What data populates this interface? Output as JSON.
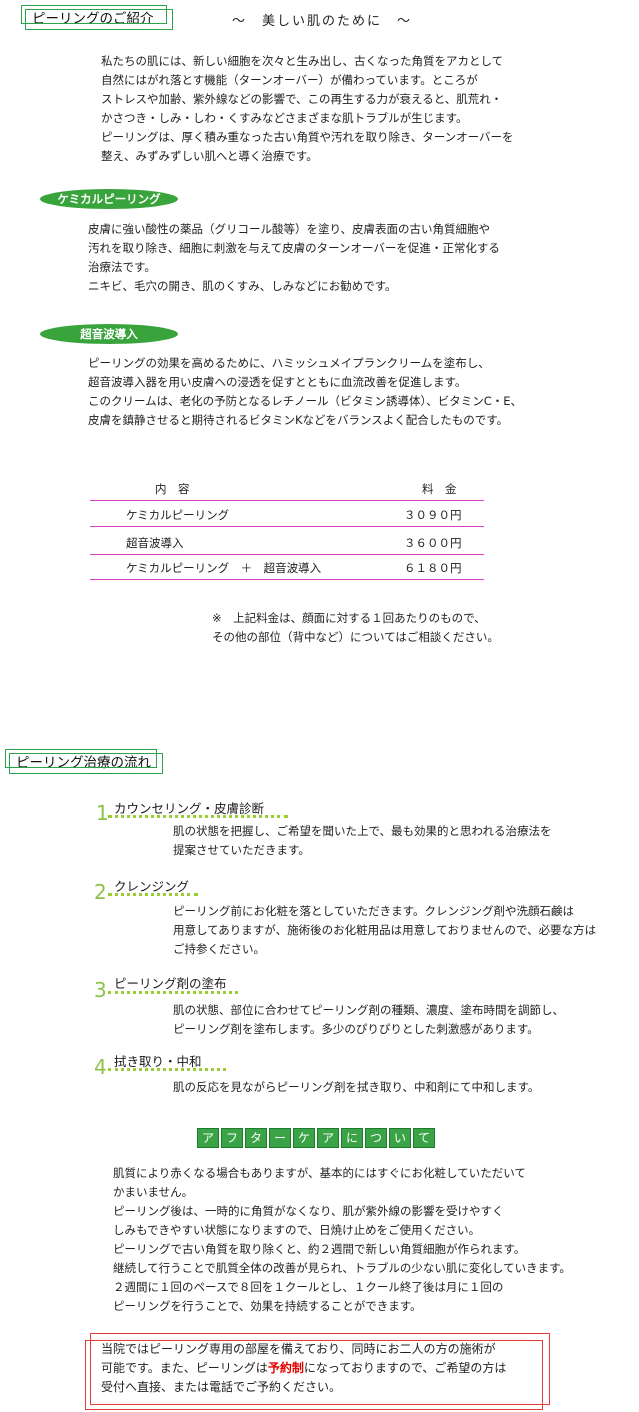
{
  "intro": {
    "heading": "ピーリングのご紹介",
    "tagline": "～　美しい肌のために　～",
    "lines": [
      "私たちの肌には、新しい細胞を次々と生み出し、古くなった角質をアカとして",
      "自然にはがれ落とす機能（ターンオーバー）が備わっています。ところが",
      "ストレスや加齢、紫外線などの影響で、この再生する力が衰えると、肌荒れ・",
      "かさつき・しみ・しわ・くすみなどさまざまな肌トラブルが生じます。",
      "ピーリングは、厚く積み重なった古い角質や汚れを取り除き、ターンオーバーを",
      "整え、みずみずしい肌へと導く治療です。"
    ]
  },
  "chemical": {
    "label": "ケミカルピーリング",
    "lines": [
      "皮膚に強い酸性の薬品（グリコール酸等）を塗り、皮膚表面の古い角質細胞や",
      "汚れを取り除き、細胞に刺激を与えて皮膚のターンオーバーを促進・正常化する",
      "治療法です。",
      "ニキビ、毛穴の開き、肌のくすみ、しみなどにお勧めです。"
    ]
  },
  "ultrasonic": {
    "label": "超音波導入",
    "lines": [
      "ピーリングの効果を高めるために、ハミッシュメイプランクリームを塗布し、",
      "超音波導入器を用い皮膚への浸透を促すとともに血流改善を促進します。",
      "このクリームは、老化の予防となるレチノール（ビタミン誘導体）、ビタミンC・E、",
      "皮膚を鎮静させると期待されるビタミンKなどをバランスよく配合したものです。"
    ]
  },
  "price_table": {
    "header_item": "内　容",
    "header_price": "料　金",
    "rows": [
      {
        "item": "ケミカルピーリング",
        "price": "３０９０円"
      },
      {
        "item": "超音波導入",
        "price": "３６００円"
      },
      {
        "item": "ケミカルピーリング　＋　超音波導入",
        "price": "６１８０円"
      }
    ],
    "note_lines": [
      "※　上記料金は、顔面に対する１回あたりのもので、",
      "その他の部位（背中など）についてはご相談ください。"
    ]
  },
  "flow": {
    "heading": "ピーリング治療の流れ",
    "steps": [
      {
        "num": "1",
        "title": "カウンセリング・皮膚診断",
        "lines": [
          "肌の状態を把握し、ご希望を聞いた上で、最も効果的と思われる治療法を",
          "提案させていただきます。"
        ]
      },
      {
        "num": "2",
        "title": "クレンジング",
        "lines": [
          "ピーリング前にお化粧を落としていただきます。クレンジング剤や洗顔石鹸は",
          "用意してありますが、施術後のお化粧用品は用意しておりませんので、必要な方は",
          "ご持参ください。"
        ]
      },
      {
        "num": "3",
        "title": "ピーリング剤の塗布",
        "lines": [
          "肌の状態、部位に合わせてピーリング剤の種類、濃度、塗布時間を調節し、",
          "ピーリング剤を塗布します。多少のぴりぴりとした刺激感があります。"
        ]
      },
      {
        "num": "4",
        "title": "拭き取り・中和",
        "lines": [
          "肌の反応を見ながらピーリング剤を拭き取り、中和剤にて中和します。"
        ]
      }
    ]
  },
  "aftercare": {
    "chars": [
      "ア",
      "フ",
      "タ",
      "ー",
      "ケ",
      "ア",
      "に",
      "つ",
      "い",
      "て"
    ],
    "lines": [
      "肌質により赤くなる場合もありますが、基本的にはすぐにお化粧していただいて",
      "かまいません。",
      "ピーリング後は、一時的に角質がなくなり、肌が紫外線の影響を受けやすく",
      "しみもできやすい状態になりますので、日焼け止めをご使用ください。",
      "ピーリングで古い角質を取り除くと、約２週間で新しい角質細胞が作られます。",
      "継続して行うことで肌質全体の改善が見られ、トラブルの少ない肌に変化していきます。",
      "２週間に１回のペースで８回を１クールとし、１クール終了後は月に１回の",
      "ピーリングを行うことで、効果を持続することができます。"
    ]
  },
  "notice": {
    "line1": "当院ではピーリング専用の部屋を備えており、同時にお二人の方の施術が",
    "line2_before": "可能です。また、ピーリングは",
    "line2_red": "予約制",
    "line2_after": "になっておりますので、ご希望の方は",
    "line3": "受付へ直接、または電話でご予約ください。"
  }
}
